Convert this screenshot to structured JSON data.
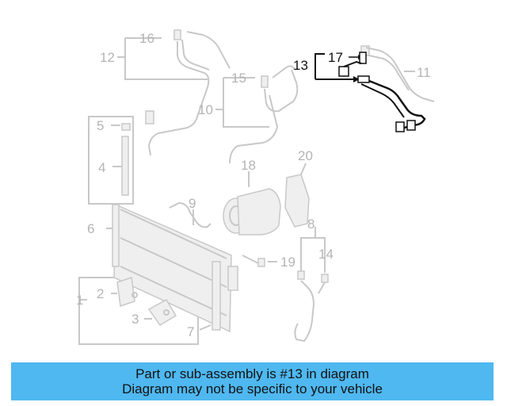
{
  "diagram": {
    "callouts": [
      {
        "id": "1",
        "label": "1",
        "highlighted": false
      },
      {
        "id": "2",
        "label": "2",
        "highlighted": false
      },
      {
        "id": "3",
        "label": "3",
        "highlighted": false
      },
      {
        "id": "4",
        "label": "4",
        "highlighted": false
      },
      {
        "id": "5",
        "label": "5",
        "highlighted": false
      },
      {
        "id": "6",
        "label": "6",
        "highlighted": false
      },
      {
        "id": "7",
        "label": "7",
        "highlighted": false
      },
      {
        "id": "8",
        "label": "8",
        "highlighted": false
      },
      {
        "id": "9",
        "label": "9",
        "highlighted": false
      },
      {
        "id": "10",
        "label": "10",
        "highlighted": false
      },
      {
        "id": "11",
        "label": "11",
        "highlighted": false
      },
      {
        "id": "12",
        "label": "12",
        "highlighted": false
      },
      {
        "id": "13",
        "label": "13",
        "highlighted": true
      },
      {
        "id": "14",
        "label": "14",
        "highlighted": false
      },
      {
        "id": "15",
        "label": "15",
        "highlighted": false
      },
      {
        "id": "16",
        "label": "16",
        "highlighted": false
      },
      {
        "id": "17",
        "label": "17",
        "highlighted": true
      },
      {
        "id": "18",
        "label": "18",
        "highlighted": false
      },
      {
        "id": "19",
        "label": "19",
        "highlighted": false
      },
      {
        "id": "20",
        "label": "20",
        "highlighted": false
      }
    ],
    "colors": {
      "highlight": "#111111",
      "faded": "#c8c8c8",
      "caption_bg": "#4fb8f0"
    }
  },
  "caption": {
    "line1": "Part or sub-assembly is #13 in diagram",
    "line2": "Diagram may not be specific to your vehicle"
  }
}
